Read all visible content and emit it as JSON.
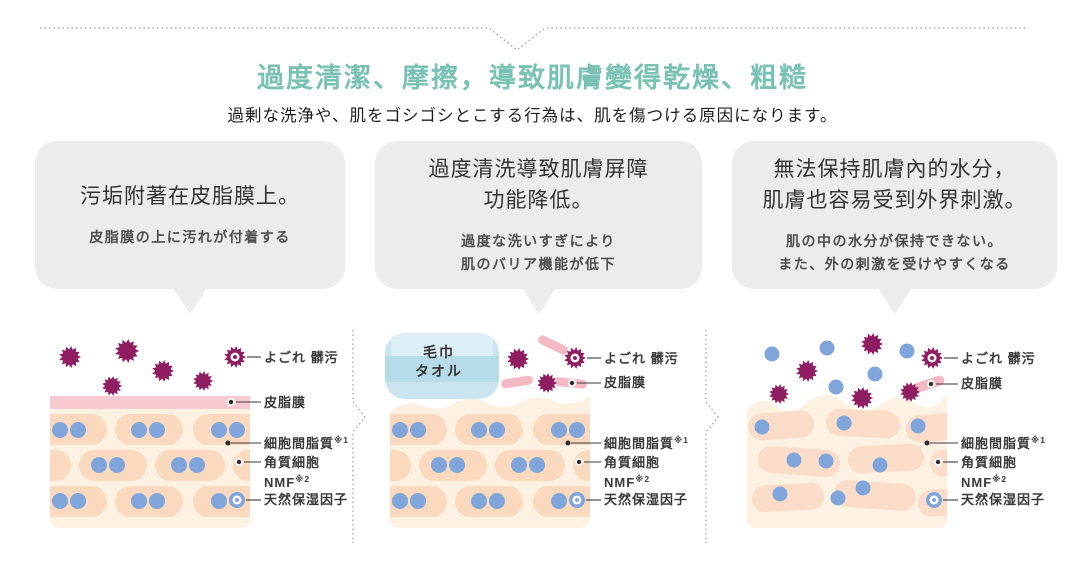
{
  "header": {
    "title": "過度清潔、摩擦，導致肌膚變得乾燥、粗糙",
    "subtitle": "過剰な洗浄や、肌をゴシゴシとこする行為は、肌を傷つける原因になります。"
  },
  "panels": [
    {
      "bubble_main": "污垢附著在皮脂膜上。",
      "bubble_sub": "皮脂膜の上に汚れが付着する"
    },
    {
      "bubble_main": "過度清洗導致肌膚屏障\n功能降低。",
      "bubble_sub": "過度な洗いすぎにより\n肌のバリア機能が低下"
    },
    {
      "bubble_main": "無法保持肌膚內的水分，\n肌膚也容易受到外界刺激。",
      "bubble_sub": "肌の中の水分が保持できない。\nまた、外の刺激を受けやすくなる"
    }
  ],
  "diagram_labels": {
    "dirt": "よごれ 髒污",
    "sebum_film": "皮脂膜",
    "intercellular_lipids": "細胞間脂質",
    "intercellular_lipids_note": "※1",
    "corneocyte": "角質細胞",
    "nmf": "NMF",
    "nmf_note": "※2",
    "nmf_full": "天然保湿因子"
  },
  "towel": {
    "line1": "毛巾",
    "line2": "タオル"
  },
  "colors": {
    "title_teal": "#79c2b3",
    "bubble_gray": "#ececec",
    "skin_base": "#fdf1e2",
    "corneocyte_cell": "#fad9bf",
    "corneocyte_cell_damaged": "#fadcc8",
    "nmf_blue": "#7fa5db",
    "sebum_pink": "#f8c9d1",
    "sebum_fragment_pink": "#f5b9c6",
    "dirt_magenta": "#8e1d62",
    "towel_blue": "#cbe5f0"
  }
}
